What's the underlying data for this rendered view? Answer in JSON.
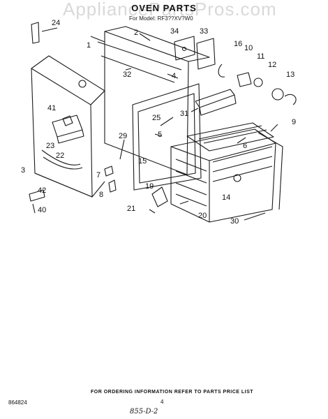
{
  "header": {
    "watermark": "AppliancePartsPros.com",
    "title": "OVEN PARTS",
    "subtitle": "For Model: RF3??XV?W0"
  },
  "callouts": [
    "1",
    "2",
    "3",
    "4",
    "5",
    "6",
    "7",
    "8",
    "9",
    "10",
    "11",
    "12",
    "13",
    "14",
    "15",
    "16",
    "19",
    "20",
    "21",
    "22",
    "23",
    "24",
    "25",
    "29",
    "30",
    "31",
    "32",
    "33",
    "34",
    "40",
    "41",
    "42"
  ],
  "footer": {
    "note": "FOR ORDERING INFORMATION REFER TO PARTS PRICE LIST",
    "code": "864824",
    "page": "4",
    "handwritten": "855-D-2"
  }
}
